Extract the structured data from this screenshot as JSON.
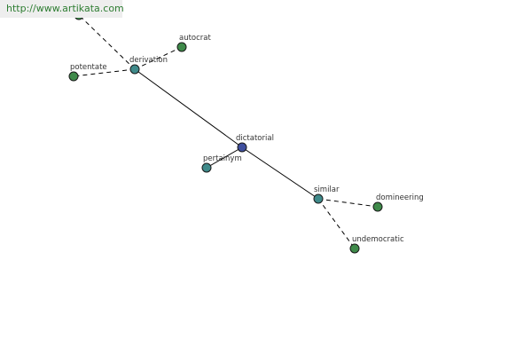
{
  "watermark": "http://www.artikata.com",
  "colors": {
    "center": "#3f4f9e",
    "relation": "#3f8a8a",
    "leaf": "#3f8a4a",
    "watermark_text": "#2e7d32"
  },
  "graph": {
    "nodes": [
      {
        "id": "dictatorial",
        "label": "dictatorial",
        "kind": "center"
      },
      {
        "id": "derivation",
        "label": "derivation",
        "kind": "relation"
      },
      {
        "id": "pertainym",
        "label": "pertainym",
        "kind": "relation"
      },
      {
        "id": "similar",
        "label": "similar",
        "kind": "relation"
      },
      {
        "id": "autocrat",
        "label": "autocrat",
        "kind": "leaf"
      },
      {
        "id": "potentate",
        "label": "potentate",
        "kind": "leaf"
      },
      {
        "id": "offscreen",
        "label": "",
        "kind": "leaf"
      },
      {
        "id": "domineering",
        "label": "domineering",
        "kind": "leaf"
      },
      {
        "id": "undemocratic",
        "label": "undemocratic",
        "kind": "leaf"
      }
    ],
    "edges": [
      {
        "from": "dictatorial",
        "to": "derivation",
        "style": "solid"
      },
      {
        "from": "dictatorial",
        "to": "pertainym",
        "style": "solid"
      },
      {
        "from": "dictatorial",
        "to": "similar",
        "style": "solid"
      },
      {
        "from": "derivation",
        "to": "autocrat",
        "style": "dashed"
      },
      {
        "from": "derivation",
        "to": "potentate",
        "style": "dashed"
      },
      {
        "from": "derivation",
        "to": "offscreen",
        "style": "dashed"
      },
      {
        "from": "similar",
        "to": "domineering",
        "style": "dashed"
      },
      {
        "from": "similar",
        "to": "undemocratic",
        "style": "dashed"
      }
    ]
  }
}
